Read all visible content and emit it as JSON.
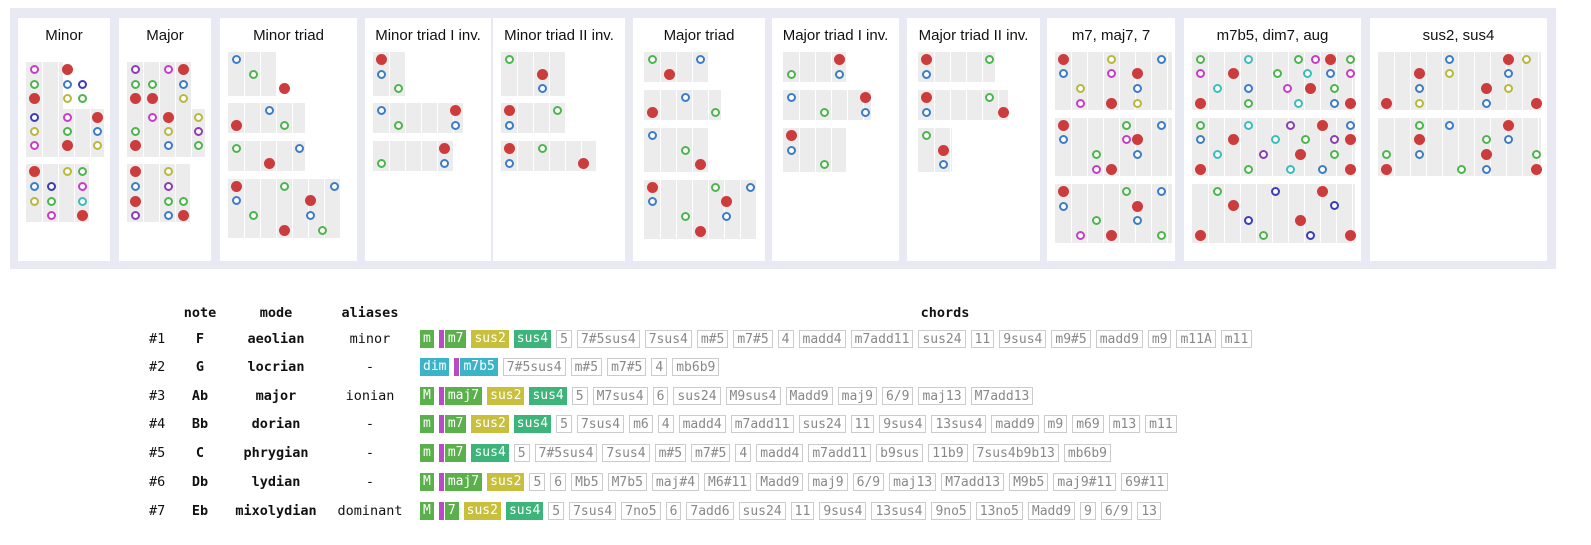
{
  "colors": {
    "root": "#cc3c3c",
    "green": "#4db54d",
    "magenta": "#c83cc8",
    "blue": "#3c7cc8",
    "olive": "#b8b83c",
    "teal": "#3cbcbc",
    "navy": "#3c3cb8",
    "purple": "#8c3cb8",
    "chip_m": "#5ab04a",
    "chip_m7": "#5ab04a",
    "chip_dim": "#3cb4c8",
    "chip_m7b5": "#3cb4c8",
    "chip_sus2": "#c8c03c",
    "chip_sus4": "#3cb47a",
    "chip_bar": "#b84ac8"
  },
  "diagrams": [
    {
      "title": "Minor"
    },
    {
      "title": "Major"
    },
    {
      "title": "Minor triad"
    },
    {
      "title": "Minor triad I inv."
    },
    {
      "title": "Minor triad II inv."
    },
    {
      "title": "Major triad"
    },
    {
      "title": "Major triad I inv."
    },
    {
      "title": "Major triad II inv."
    },
    {
      "title": "m7, maj7, 7"
    },
    {
      "title": "m7b5, dim7, aug"
    },
    {
      "title": "sus2, sus4"
    }
  ],
  "table": {
    "headers": {
      "note": "note",
      "mode": "mode",
      "aliases": "aliases",
      "chords": "chords"
    },
    "rows": [
      {
        "num": "#1",
        "note": "F",
        "mode": "aeolian",
        "alias": "minor",
        "featured": [
          {
            "label": "m",
            "color": "m"
          },
          {
            "label": "m7",
            "color": "m7",
            "bar": true
          },
          {
            "label": "sus2",
            "color": "sus2"
          },
          {
            "label": "sus4",
            "color": "sus4"
          }
        ],
        "chords": [
          "5",
          "7#5sus4",
          "7sus4",
          "m#5",
          "m7#5",
          "4",
          "madd4",
          "m7add11",
          "sus24",
          "11",
          "9sus4",
          "m9#5",
          "madd9",
          "m9",
          "m11A",
          "m11"
        ]
      },
      {
        "num": "#2",
        "note": "G",
        "mode": "locrian",
        "alias": "-",
        "featured": [
          {
            "label": "dim",
            "color": "dim"
          },
          {
            "label": "m7b5",
            "color": "m7b5",
            "bar": true
          }
        ],
        "chords": [
          "7#5sus4",
          "m#5",
          "m7#5",
          "4",
          "mb6b9"
        ]
      },
      {
        "num": "#3",
        "note": "Ab",
        "mode": "major",
        "alias": "ionian",
        "featured": [
          {
            "label": "M",
            "color": "m"
          },
          {
            "label": "maj7",
            "color": "m7",
            "bar": true
          },
          {
            "label": "sus2",
            "color": "sus2"
          },
          {
            "label": "sus4",
            "color": "sus4"
          }
        ],
        "chords": [
          "5",
          "M7sus4",
          "6",
          "sus24",
          "M9sus4",
          "Madd9",
          "maj9",
          "6/9",
          "maj13",
          "M7add13"
        ]
      },
      {
        "num": "#4",
        "note": "Bb",
        "mode": "dorian",
        "alias": "-",
        "featured": [
          {
            "label": "m",
            "color": "m"
          },
          {
            "label": "m7",
            "color": "m7",
            "bar": true
          },
          {
            "label": "sus2",
            "color": "sus2"
          },
          {
            "label": "sus4",
            "color": "sus4"
          }
        ],
        "chords": [
          "5",
          "7sus4",
          "m6",
          "4",
          "madd4",
          "m7add11",
          "sus24",
          "11",
          "9sus4",
          "13sus4",
          "madd9",
          "m9",
          "m69",
          "m13",
          "m11"
        ]
      },
      {
        "num": "#5",
        "note": "C",
        "mode": "phrygian",
        "alias": "-",
        "featured": [
          {
            "label": "m",
            "color": "m"
          },
          {
            "label": "m7",
            "color": "m7",
            "bar": true
          },
          {
            "label": "sus4",
            "color": "sus4"
          }
        ],
        "chords": [
          "5",
          "7#5sus4",
          "7sus4",
          "m#5",
          "m7#5",
          "4",
          "madd4",
          "m7add11",
          "b9sus",
          "11b9",
          "7sus4b9b13",
          "mb6b9"
        ]
      },
      {
        "num": "#6",
        "note": "Db",
        "mode": "lydian",
        "alias": "-",
        "featured": [
          {
            "label": "M",
            "color": "m"
          },
          {
            "label": "maj7",
            "color": "m7",
            "bar": true
          },
          {
            "label": "sus2",
            "color": "sus2"
          }
        ],
        "chords": [
          "5",
          "6",
          "Mb5",
          "M7b5",
          "maj#4",
          "M6#11",
          "Madd9",
          "maj9",
          "6/9",
          "maj13",
          "M7add13",
          "M9b5",
          "maj9#11",
          "69#11"
        ]
      },
      {
        "num": "#7",
        "note": "Eb",
        "mode": "mixolydian",
        "alias": "dominant",
        "featured": [
          {
            "label": "M",
            "color": "m"
          },
          {
            "label": "7",
            "color": "m7",
            "bar": true
          },
          {
            "label": "sus2",
            "color": "sus2"
          },
          {
            "label": "sus4",
            "color": "sus4"
          }
        ],
        "chords": [
          "5",
          "7sus4",
          "7no5",
          "6",
          "7add6",
          "sus24",
          "11",
          "9sus4",
          "13sus4",
          "9no5",
          "13no5",
          "Madd9",
          "9",
          "6/9",
          "13"
        ]
      }
    ]
  }
}
